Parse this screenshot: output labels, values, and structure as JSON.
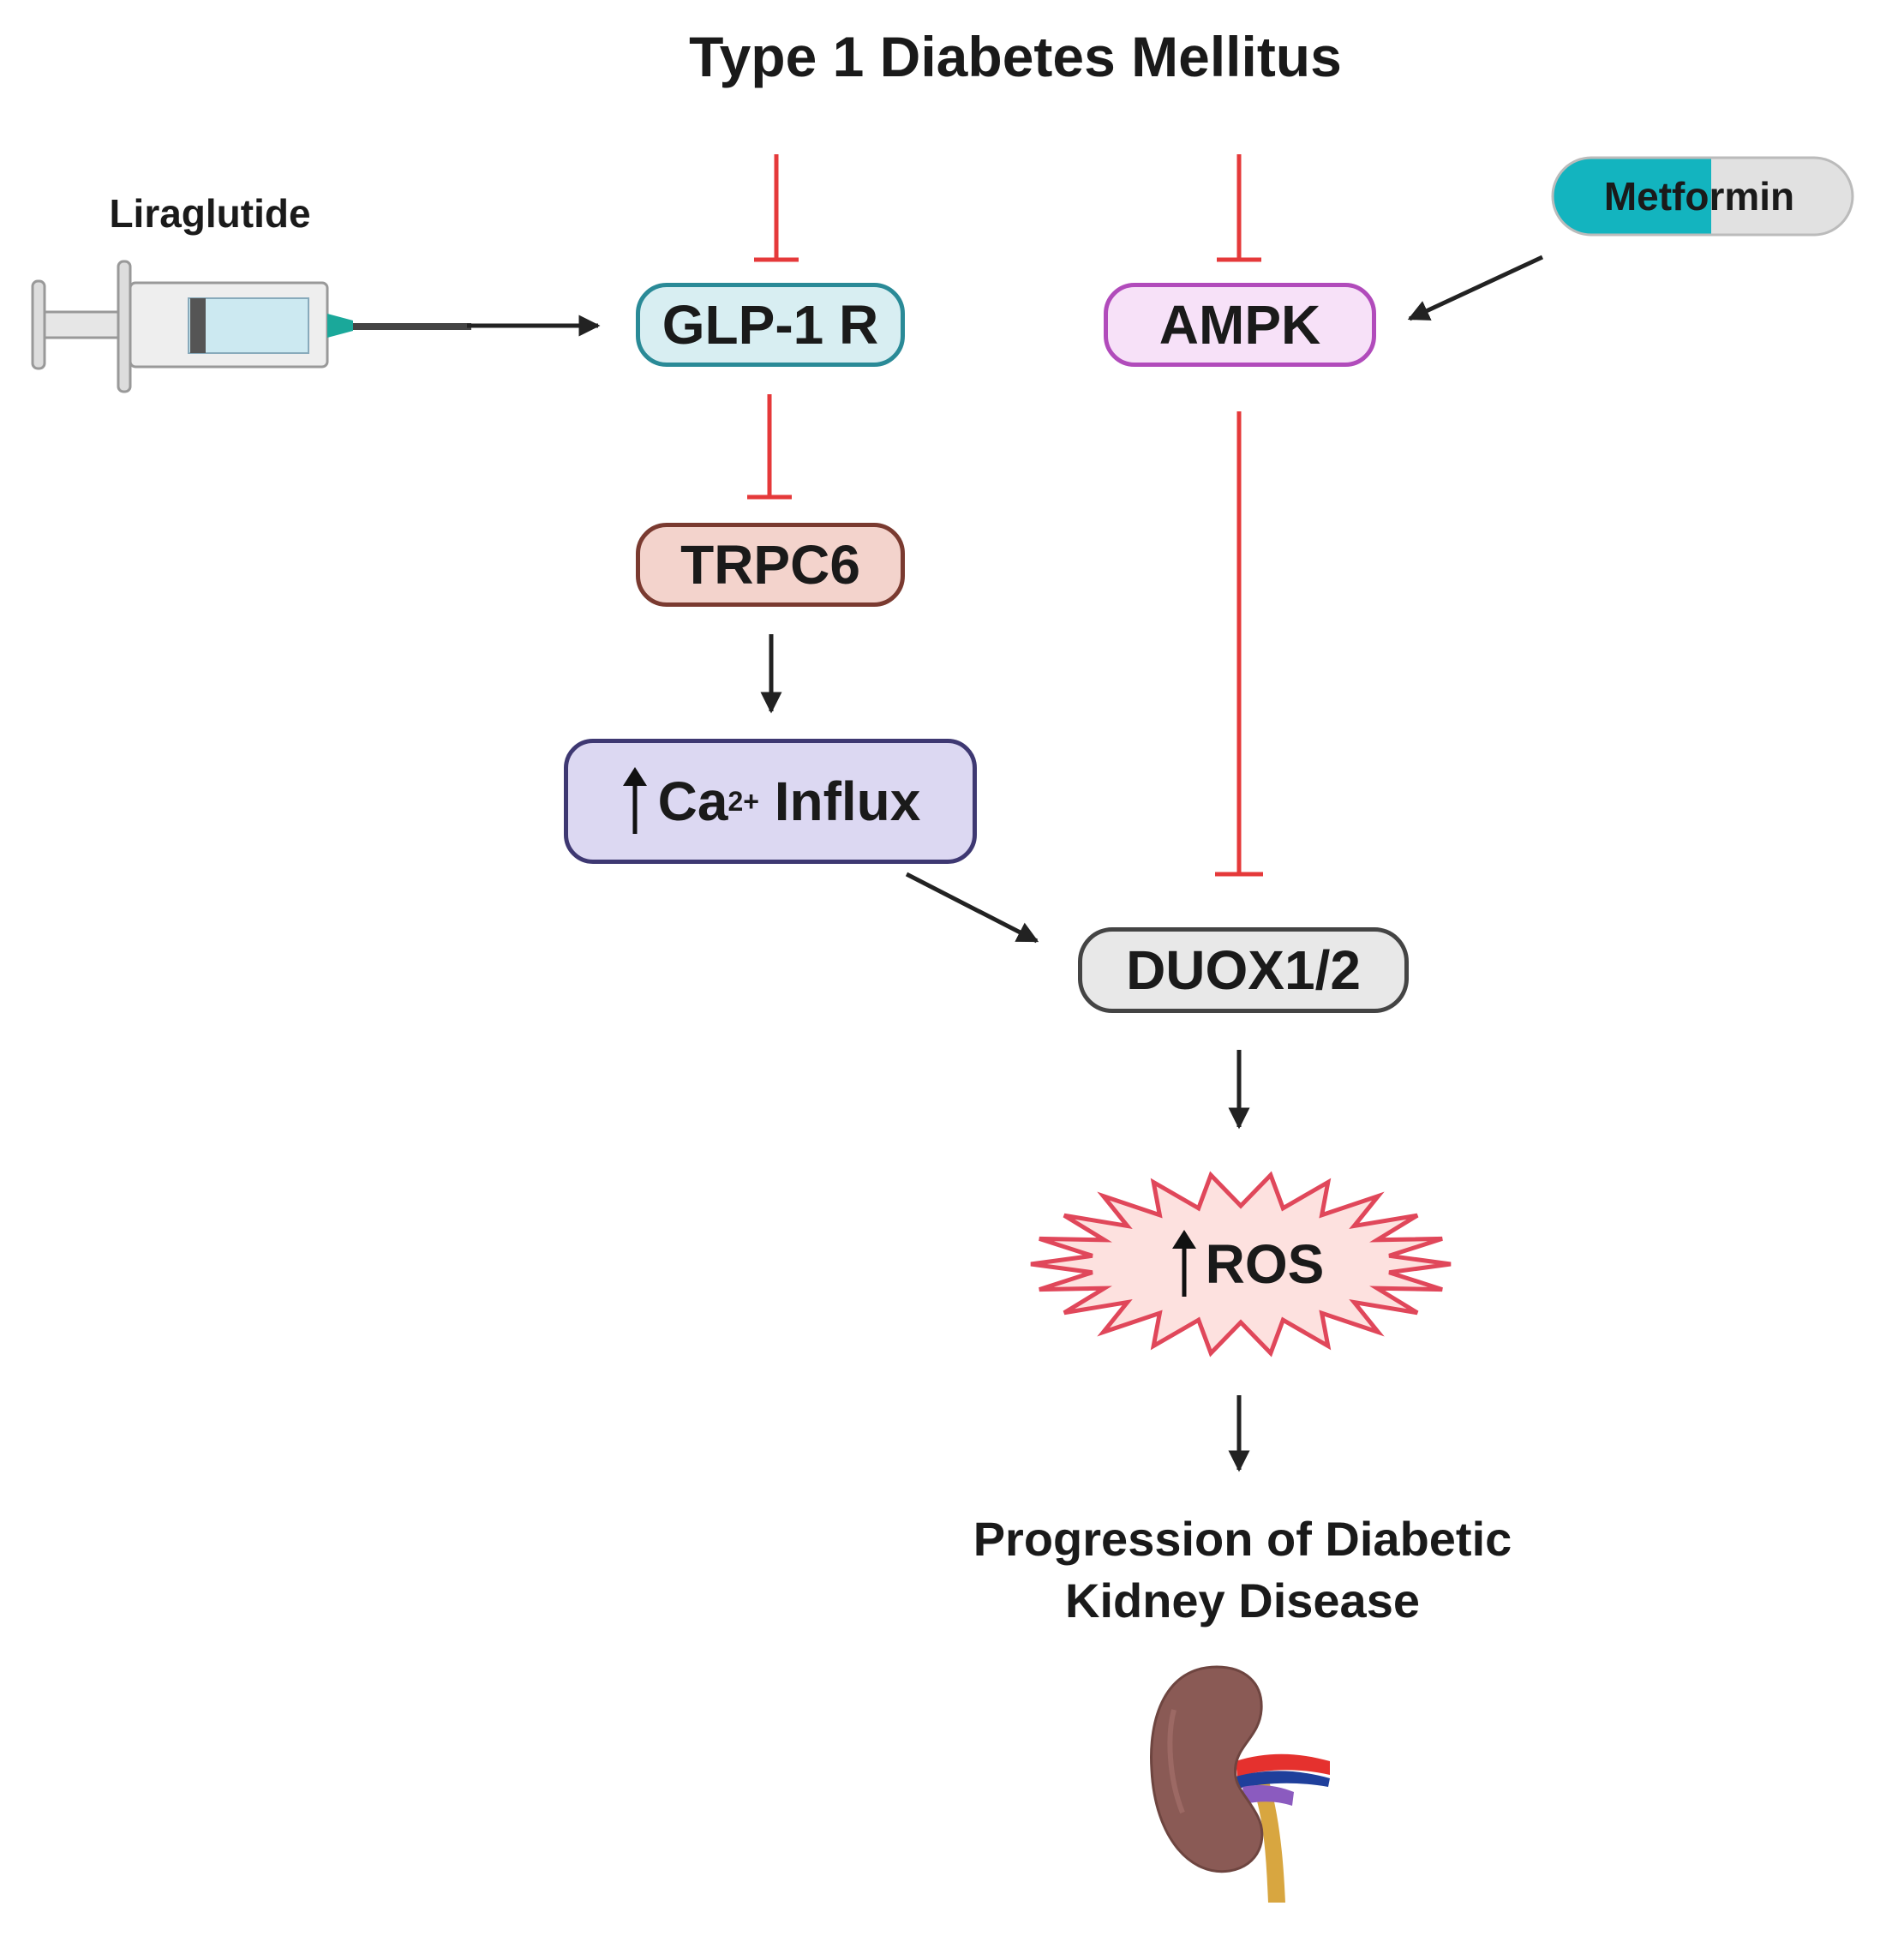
{
  "title": "Type 1 Diabetes Mellitus",
  "drugs": {
    "liraglutide": "Liraglutide",
    "metformin": "Metformin"
  },
  "nodes": {
    "glp1r": "GLP-1 R",
    "ampk": "AMPK",
    "trpc6": "TRPC6",
    "ca_base": "Ca",
    "ca_sup": "2+",
    "ca_suffix": " Influx",
    "duox": "DUOX1/2",
    "ros": "ROS"
  },
  "outcome": {
    "line1": "Progression of Diabetic",
    "line2": "Kidney Disease"
  },
  "colors": {
    "inhibit": "#e5393a",
    "activate": "#222222",
    "glp1r_fill": "#d8eef2",
    "glp1r_border": "#2a8a97",
    "ampk_fill": "#f7e1f8",
    "ampk_border": "#b14bbb",
    "trpc6_fill": "#f3d3cc",
    "trpc6_border": "#7a3a30",
    "ca_fill": "#dcd8f2",
    "ca_border": "#3e3872",
    "duox_fill": "#e8e8e8",
    "duox_border": "#444444",
    "ros_fill": "#fde1df",
    "ros_border": "#e0475a",
    "metformin_teal": "#13b4bf",
    "metformin_gray": "#e1e1e1"
  },
  "icons": [
    "syringe-icon",
    "pill-capsule-icon",
    "kidney-icon",
    "up-arrow-icon"
  ]
}
